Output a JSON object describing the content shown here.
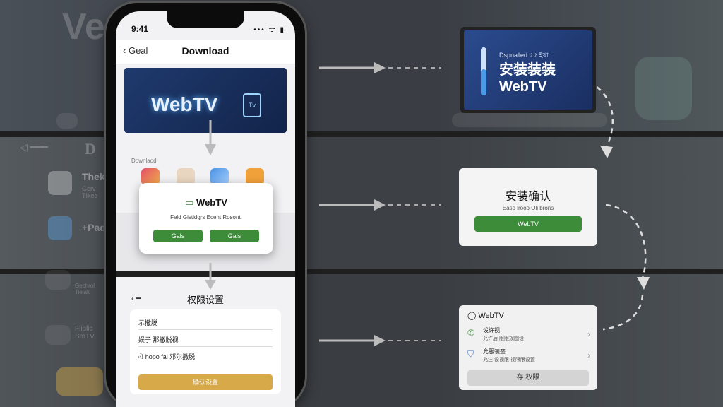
{
  "status_bar": {
    "time": "9:41",
    "icons": "••• ᯤ ▮"
  },
  "phone_nav": {
    "back_label": "Geal",
    "title": "Download"
  },
  "banner": {
    "app_name": "WebTV",
    "tv_glyph": "Tv"
  },
  "section": {
    "label": "Downlaod"
  },
  "install_dialog": {
    "title": "WebTV",
    "message": "Feld Gistldgrs Ecent Rosont.",
    "left_button": "Gals",
    "right_button": "Gals"
  },
  "permission_screen": {
    "title": "权限设置",
    "rows": [
      "示撒脱",
      "娱子 那撒脱视",
      "ঐ hopo fal 邓尔撒脱"
    ],
    "confirm_button": "确认设置"
  },
  "laptop": {
    "status": "Dspnalled ৫৫ ইথা",
    "title_line1": "安装装装",
    "title_line2": "WebTV",
    "progress": 0.55
  },
  "install_confirm": {
    "title": "安装确认",
    "subtitle": "Easp lrooo Oli brons",
    "button": "WebTV"
  },
  "settings": {
    "header": "WebTV",
    "items": [
      {
        "label": "设许视",
        "sub": "允许后 限限规图设"
      },
      {
        "label": "允服装签",
        "sub": "允注 设视限 视限限设置"
      }
    ],
    "button": "存 权限"
  },
  "background": {
    "top_left": "Ve",
    "mid_left_title": "Thek",
    "mid_left_sub": "Gerv\nTIkee",
    "mid_left_prefix": "D",
    "mid_left_extra": "+Pad",
    "bottom_left_1": "Gechrol\nTielak",
    "bottom_left_2": "Fliɑlic\nSmTV"
  },
  "colors": {
    "accent_green": "#3c8c3a",
    "accent_amber": "#d8a948",
    "banner_blue": "#1f3a6e"
  }
}
